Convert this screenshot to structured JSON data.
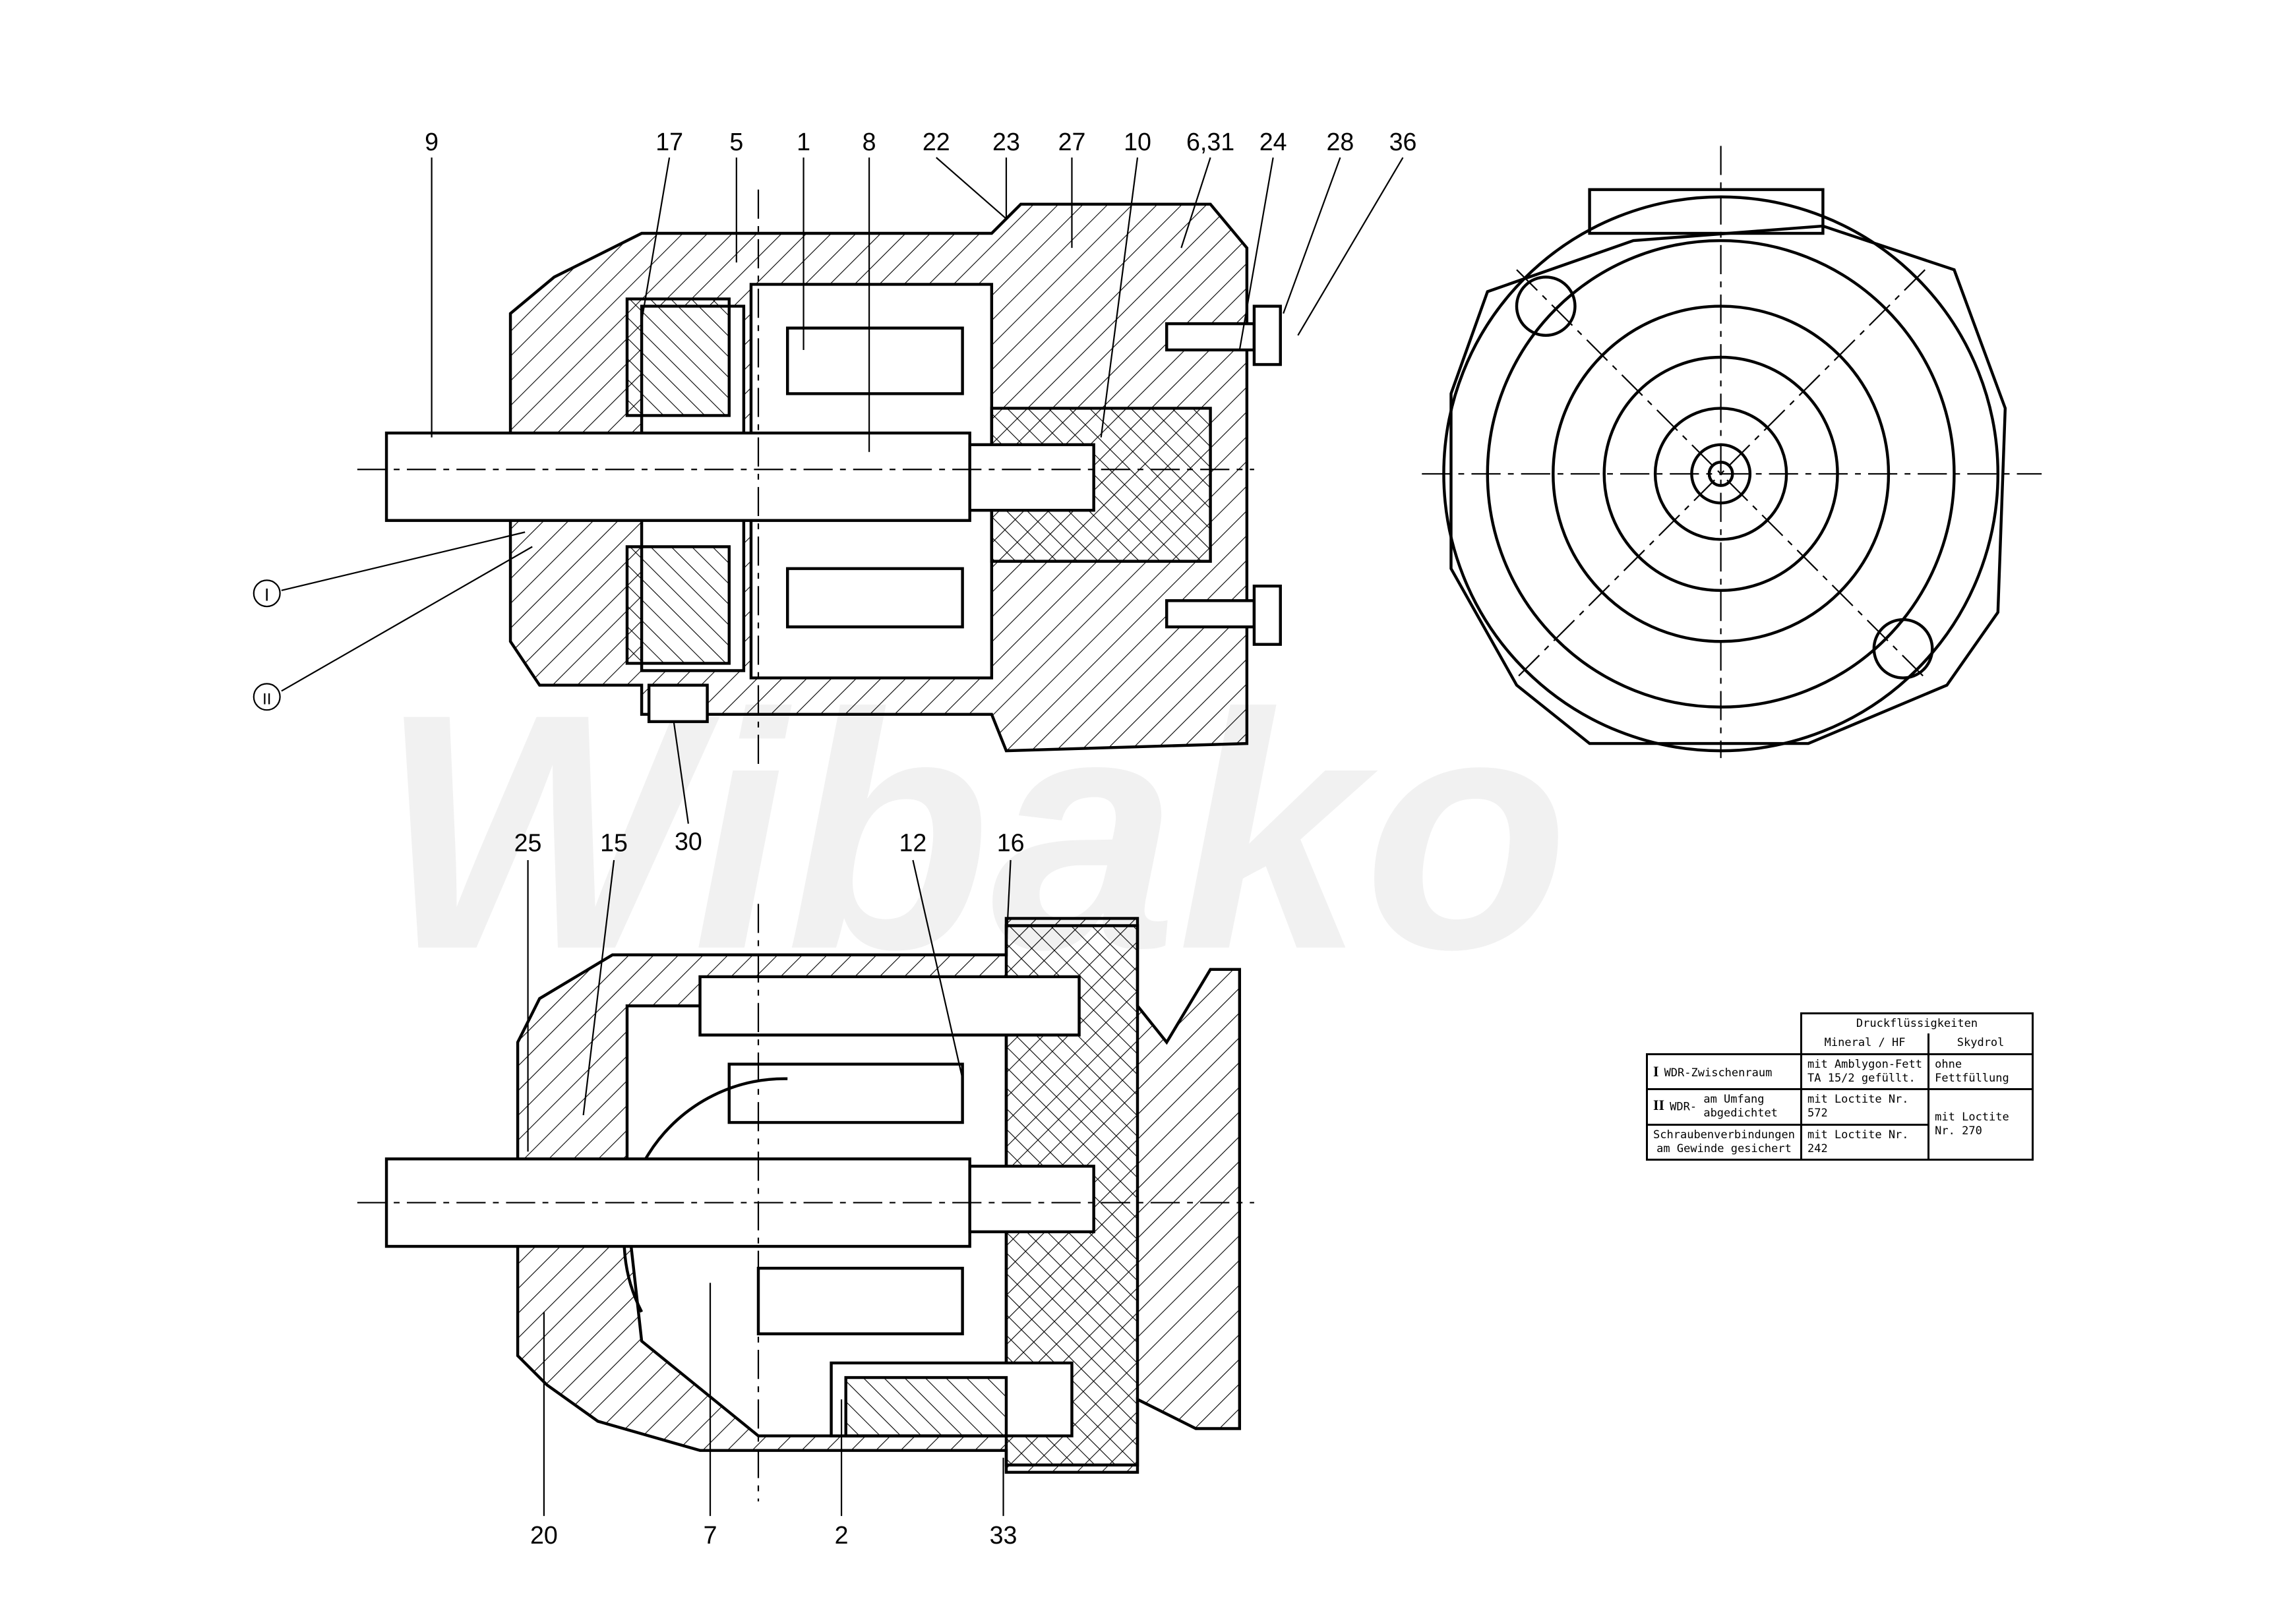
{
  "watermark": "Wibako",
  "top_view_labels": [
    "9",
    "17",
    "5",
    "1",
    "8",
    "22",
    "23",
    "27",
    "10",
    "6,31",
    "24",
    "28",
    "36"
  ],
  "side_labels": {
    "I": "I",
    "II": "II",
    "30": "30"
  },
  "bottom_view_top_labels": [
    "25",
    "15",
    "12",
    "16"
  ],
  "bottom_view_bottom_labels": [
    "20",
    "7",
    "2",
    "33"
  ],
  "table": {
    "header": "Druckflüssigkeiten",
    "col1": "Mineral / HF",
    "col2": "Skydrol",
    "rows": [
      {
        "roman": "I",
        "label": "WDR-Zwischenraum",
        "mineral": "mit Amblygon-Fett TA 15/2 gefüllt.",
        "skydrol": "ohne Fettfüllung"
      },
      {
        "roman": "II",
        "label_prefix": "WDR-",
        "label_line1": "am Umfang",
        "label_line2": "abgedichtet",
        "mineral": "mit Loctite Nr. 572",
        "skydrol": "mit Loctite Nr. 270"
      },
      {
        "label_line1": "Schraubenverbindungen",
        "label_line2": "am Gewinde gesichert",
        "mineral": "mit Loctite Nr. 242"
      }
    ]
  }
}
